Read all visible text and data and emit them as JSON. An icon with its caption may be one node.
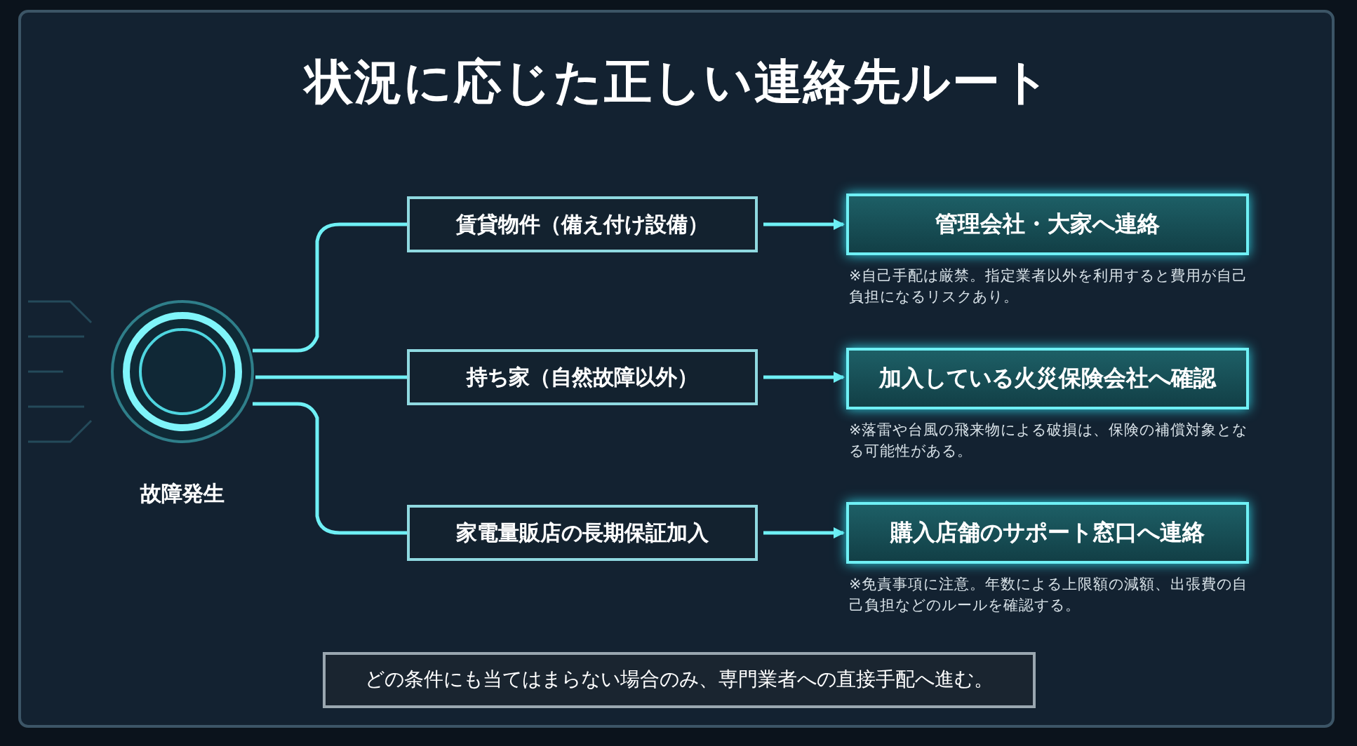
{
  "diagram": {
    "title": "状況に応じた正しい連絡先ルート",
    "nodes": [
      {
        "text": [],
        "shape": "circle",
        "beside": [
          "故障発生"
        ]
      },
      {
        "text": [
          "賃貸物件（備え付け設備）"
        ]
      },
      {
        "text": [
          "持ち家（自然故障以外）"
        ]
      },
      {
        "text": [
          "家電量販店の長期保証加入"
        ]
      },
      {
        "text": [
          "管理会社・大家へ連絡"
        ],
        "beside": [
          "※自己手配は厳禁。指定業者以外を利用すると費用が自己負担になるリスクあり。"
        ]
      },
      {
        "text": [
          "加入している火災保険会社へ確認"
        ],
        "beside": [
          "※落雷や台風の飛来物による破損は、保険の補償対象となる可能性がある。"
        ]
      },
      {
        "text": [
          "購入店舗のサポート窓口へ連絡"
        ],
        "beside": [
          "※免責事項に注意。年数による上限額の減額、出張費の自己負担などのルールを確認する。"
        ]
      },
      {
        "text": [
          "どの条件にも当てはまらない場合のみ、専門業者への直接手配へ進む。"
        ]
      }
    ],
    "edges": [
      {
        "from": 0,
        "to": 1,
        "arrow": "none"
      },
      {
        "from": 0,
        "to": 2,
        "arrow": "none"
      },
      {
        "from": 0,
        "to": 3,
        "arrow": "none"
      },
      {
        "from": 1,
        "to": 4,
        "arrow": "to"
      },
      {
        "from": 2,
        "to": 5,
        "arrow": "to"
      },
      {
        "from": 3,
        "to": 6,
        "arrow": "to"
      }
    ]
  }
}
